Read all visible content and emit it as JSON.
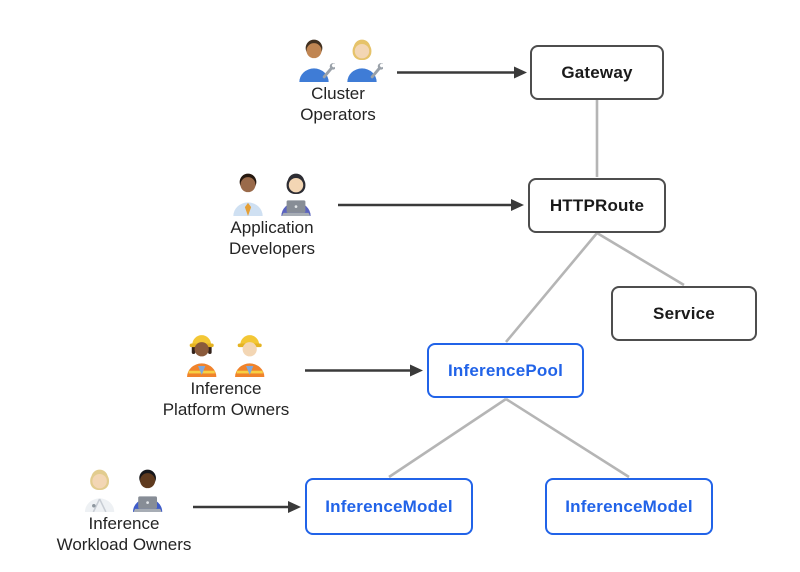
{
  "colors": {
    "background": "#ffffff",
    "core_node_border": "#4d4d4d",
    "core_node_text": "#1a1a1a",
    "inference_node_border": "#2163e8",
    "inference_node_text": "#2163e8",
    "connector_line": "#b5b5b5",
    "arrow": "#3a3a3a"
  },
  "nodes": {
    "gateway": {
      "label": "Gateway",
      "style": "core"
    },
    "httproute": {
      "label": "HTTPRoute",
      "style": "core"
    },
    "service": {
      "label": "Service",
      "style": "core"
    },
    "inference_pool": {
      "label": "InferencePool",
      "style": "inference"
    },
    "inference_model_left": {
      "label": "InferenceModel",
      "style": "inference"
    },
    "inference_model_right": {
      "label": "InferenceModel",
      "style": "inference"
    }
  },
  "edges": [
    {
      "from": "gateway",
      "to": "httproute",
      "kind": "connector"
    },
    {
      "from": "httproute",
      "to": "service",
      "kind": "connector"
    },
    {
      "from": "httproute",
      "to": "inference_pool",
      "kind": "connector"
    },
    {
      "from": "inference_pool",
      "to": "inference_model_left",
      "kind": "connector"
    },
    {
      "from": "inference_pool",
      "to": "inference_model_right",
      "kind": "connector"
    },
    {
      "from": "cluster_operators",
      "to": "gateway",
      "kind": "arrow"
    },
    {
      "from": "application_developers",
      "to": "httproute",
      "kind": "arrow"
    },
    {
      "from": "inference_platform_owners",
      "to": "inference_pool",
      "kind": "arrow"
    },
    {
      "from": "inference_workload_owners",
      "to": "inference_model_left",
      "kind": "arrow"
    }
  ],
  "personas": {
    "cluster_operators": {
      "line1": "Cluster",
      "line2": "Operators",
      "icons": [
        "man-mechanic-emoji",
        "woman-mechanic-emoji"
      ],
      "people": [
        {
          "name": "man-mechanic-emoji",
          "skin": "#c08552",
          "hair": "#42301f",
          "shirt": "#3f7cd6",
          "hair_style": "short",
          "extra": "wrench"
        },
        {
          "name": "woman-mechanic-emoji",
          "skin": "#f3d6b4",
          "hair": "#e6c36a",
          "shirt": "#3f7cd6",
          "hair_style": "long",
          "extra": "wrench"
        }
      ]
    },
    "application_developers": {
      "line1": "Application",
      "line2": "Developers",
      "icons": [
        "man-office-worker-emoji",
        "woman-technologist-emoji"
      ],
      "people": [
        {
          "name": "man-office-worker-emoji",
          "skin": "#9a6a4a",
          "hair": "#26180f",
          "shirt": "#cfe0f2",
          "hair_style": "short",
          "extra": "tie"
        },
        {
          "name": "woman-technologist-emoji",
          "skin": "#f3d6b4",
          "hair": "#2d2d33",
          "shirt": "#5a63c0",
          "hair_style": "long",
          "extra": "laptop"
        }
      ]
    },
    "inference_platform_owners": {
      "line1": "Inference",
      "line2": "Platform Owners",
      "icons": [
        "woman-construction-worker-emoji",
        "man-construction-worker-emoji"
      ],
      "people": [
        {
          "name": "woman-construction-worker-emoji",
          "skin": "#8a5a3b",
          "hair": "#33221a",
          "shirt": "#7fa8dc",
          "hair_style": "helmet",
          "extra": "vest"
        },
        {
          "name": "man-construction-worker-emoji",
          "skin": "#f3d6b4",
          "hair": "",
          "shirt": "#7fa8dc",
          "hair_style": "helmet",
          "extra": "vest"
        }
      ]
    },
    "inference_workload_owners": {
      "line1": "Inference",
      "line2": "Workload Owners",
      "icons": [
        "health-worker-emoji",
        "technologist-emoji"
      ],
      "people": [
        {
          "name": "health-worker-emoji",
          "skin": "#f3d6b4",
          "hair": "#e2cc8f",
          "shirt": "#ffffff",
          "hair_style": "long",
          "extra": "coat"
        },
        {
          "name": "technologist-emoji",
          "skin": "#5f3a1e",
          "hair": "#17171a",
          "shirt": "#3f5cc9",
          "hair_style": "short",
          "extra": "laptop"
        }
      ]
    }
  }
}
